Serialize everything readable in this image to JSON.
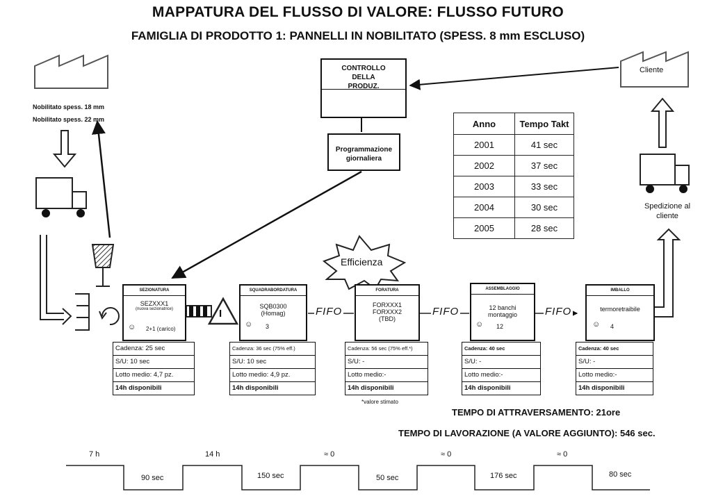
{
  "title": "MAPPATURA DEL FLUSSO DI VALORE: FLUSSO FUTURO",
  "subtitle": "FAMIGLIA DI PRODOTTO 1: PANNELLI IN NOBILITATO (SPESS. 8 mm ESCLUSO)",
  "supplier": {
    "line1": "Nobilitato spess. 18 mm",
    "line2": "Nobilitato spess. 22 mm"
  },
  "control": {
    "label": "CONTROLLO DELLA PRODUZ.",
    "schedule": "Programmazione giornaliera"
  },
  "customer": {
    "label": "Cliente",
    "shipping": "Spedizione al cliente"
  },
  "efficiency": "Efficienza",
  "takt": {
    "headers": [
      "Anno",
      "Tempo Takt"
    ],
    "rows": [
      [
        "2001",
        "41 sec"
      ],
      [
        "2002",
        "37 sec"
      ],
      [
        "2003",
        "33 sec"
      ],
      [
        "2004",
        "30 sec"
      ],
      [
        "2005",
        "28 sec"
      ]
    ]
  },
  "processes": [
    {
      "header": "SEZIONATURA",
      "line1": "SEZXXX1",
      "line2": "(nuova sezionatrice)",
      "operators": "2+1 (carico)",
      "data": [
        "Cadenza: 25 sec",
        "S/U: 10 sec",
        "Lotto medio: 4,7 pz.",
        "14h disponibili"
      ]
    },
    {
      "header": "SQUADRABORDATURA",
      "line1": "SQB0300",
      "line2": "(Homag)",
      "operators": "3",
      "data": [
        "Cadenza: 36 sec (75% eff.)",
        "S/U: 10 sec",
        "Lotto medio: 4,9 pz.",
        "14h disponibili"
      ]
    },
    {
      "header": "FORATURA",
      "line1": "FORXXX1",
      "line2": "FORXXX2",
      "line3": "(TBD)",
      "operators": "",
      "data": [
        "Cadenza: 56 sec (75% eff.*)",
        "S/U: -",
        "Lotto medio:-",
        "14h disponibili"
      ]
    },
    {
      "header": "ASSEMBLAGGIO",
      "line1": "12 banchi",
      "line2": "montaggio",
      "operators": "12",
      "data": [
        "Cadenza: 40 sec",
        "S/U: -",
        "Lotto medio:-",
        "14h disponibili"
      ]
    },
    {
      "header": "IMBALLO",
      "line1": "termoretraibile",
      "line2": "",
      "operators": "4",
      "data": [
        "Cadenza: 40 sec",
        "S/U: -",
        "Lotto medio:-",
        "14h disponibili"
      ]
    }
  ],
  "inventory_label": "I",
  "fifo": "FIFO",
  "note": "*valore stimato",
  "lead_time": "TEMPO DI ATTRAVERSAMENTO: 21ore",
  "process_time": "TEMPO DI LAVORAZIONE  (A VALORE AGGIUNTO): 546 sec.",
  "timeline": {
    "wait": [
      "7 h",
      "14 h",
      "≈ 0",
      "≈ 0",
      "≈ 0"
    ],
    "work": [
      "90 sec",
      "150 sec",
      "50 sec",
      "176 sec",
      "80 sec"
    ]
  }
}
